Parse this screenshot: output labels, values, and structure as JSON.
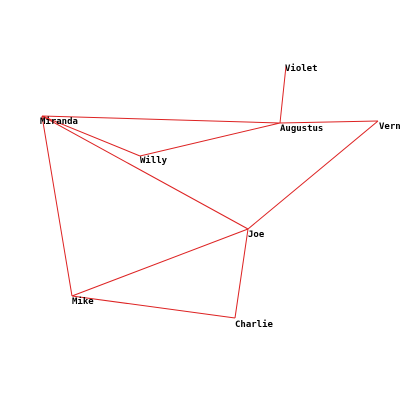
{
  "colors": {
    "edge": "#dd2222",
    "label": "#000000",
    "background": "#ffffff"
  },
  "nodes": [
    {
      "id": "violet",
      "label": "Violet"
    },
    {
      "id": "miranda",
      "label": "Miranda"
    },
    {
      "id": "augustus",
      "label": "Augustus"
    },
    {
      "id": "vern",
      "label": "Vern"
    },
    {
      "id": "willy",
      "label": "Willy"
    },
    {
      "id": "joe",
      "label": "Joe"
    },
    {
      "id": "mike",
      "label": "Mike"
    },
    {
      "id": "charlie",
      "label": "Charlie"
    }
  ],
  "edges": [
    [
      "violet",
      "augustus"
    ],
    [
      "miranda",
      "augustus"
    ],
    [
      "augustus",
      "vern"
    ],
    [
      "miranda",
      "willy"
    ],
    [
      "willy",
      "augustus"
    ],
    [
      "miranda",
      "joe"
    ],
    [
      "vern",
      "joe"
    ],
    [
      "miranda",
      "mike"
    ],
    [
      "mike",
      "joe"
    ],
    [
      "mike",
      "charlie"
    ],
    [
      "charlie",
      "joe"
    ]
  ]
}
